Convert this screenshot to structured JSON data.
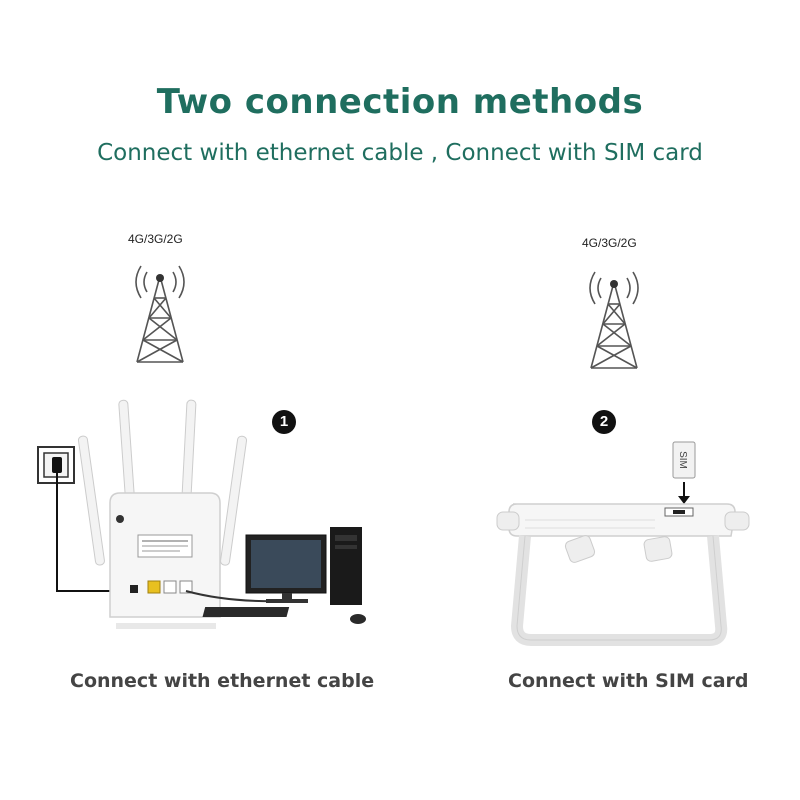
{
  "header": {
    "title": "Two connection methods",
    "subtitle": "Connect with ethernet cable , Connect with SIM card"
  },
  "methods": [
    {
      "step": "1",
      "network_label": "4G/3G/2G",
      "caption": "Connect with ethernet cable"
    },
    {
      "step": "2",
      "network_label": "4G/3G/2G",
      "caption": "Connect with SIM card",
      "sim_label": "SIM"
    }
  ],
  "colors": {
    "heading": "#1f6e5f",
    "caption": "#444444",
    "badge": "#111111"
  }
}
